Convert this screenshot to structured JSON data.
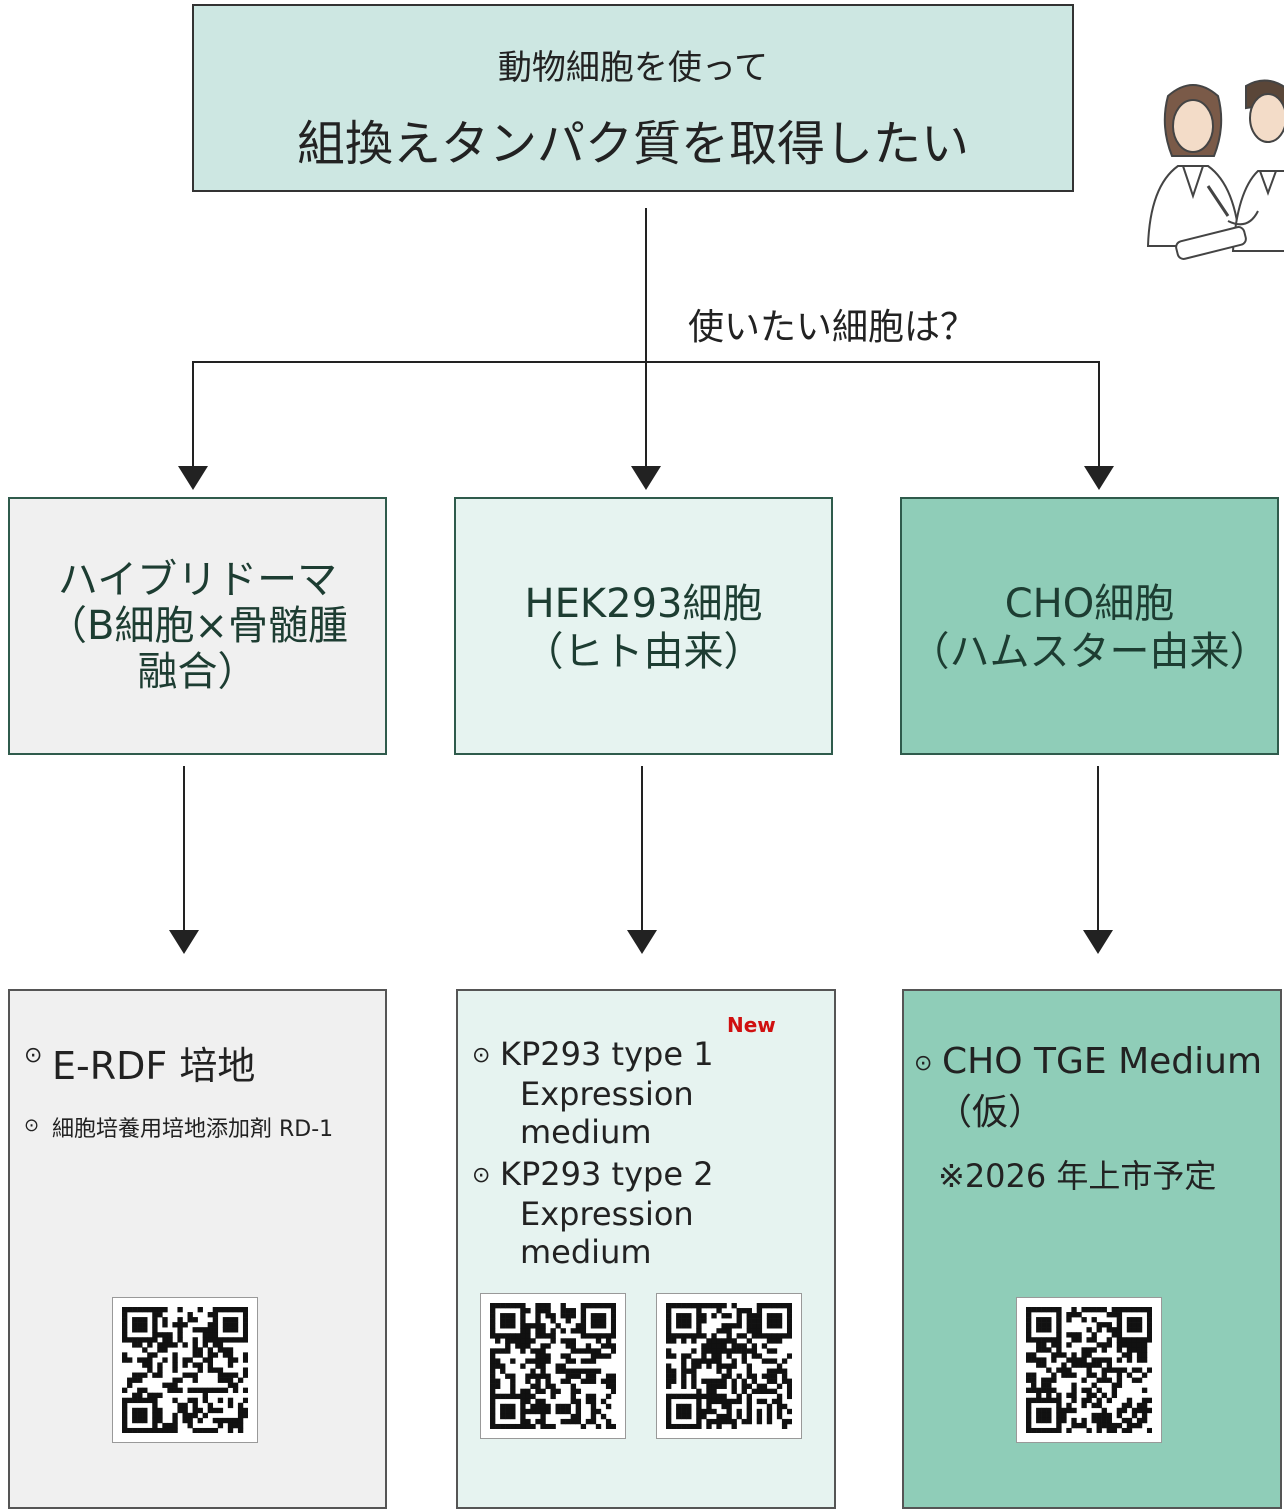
{
  "top": {
    "subtitle": "動物細胞を使って",
    "title": "組換えタンパク質を取得したい"
  },
  "question": "使いたい細胞は？",
  "cells": [
    {
      "title_lines": [
        "ハイブリドーマ",
        "（B細胞×骨髄腫",
        "融合）"
      ]
    },
    {
      "title_lines": [
        "HEK293細胞",
        "（ヒト由来）"
      ]
    },
    {
      "title_lines": [
        "CHO細胞",
        "（ハムスター由来）"
      ]
    }
  ],
  "products": {
    "col1": {
      "item1": "E-RDF 培地",
      "item2": "細胞培養用培地添加剤 RD-1"
    },
    "col2": {
      "new_badge": "New",
      "item1_line1": "KP293 type 1",
      "item1_line2": "Expression medium",
      "item2_line1": "KP293 type 2",
      "item2_line2": "Expression medium"
    },
    "col3": {
      "item1_line1": "CHO TGE Medium",
      "item1_line2": "（仮）",
      "note": "※2026 年上市予定"
    }
  },
  "bullet_symbol": "⊙",
  "colors": {
    "top_box": "#cde7e2",
    "hybridoma": "#f0f0f0",
    "hek293": "#e6f3f0",
    "cho": "#8fcdb8",
    "new_badge": "#d01010",
    "border": "#2f5b4c"
  }
}
